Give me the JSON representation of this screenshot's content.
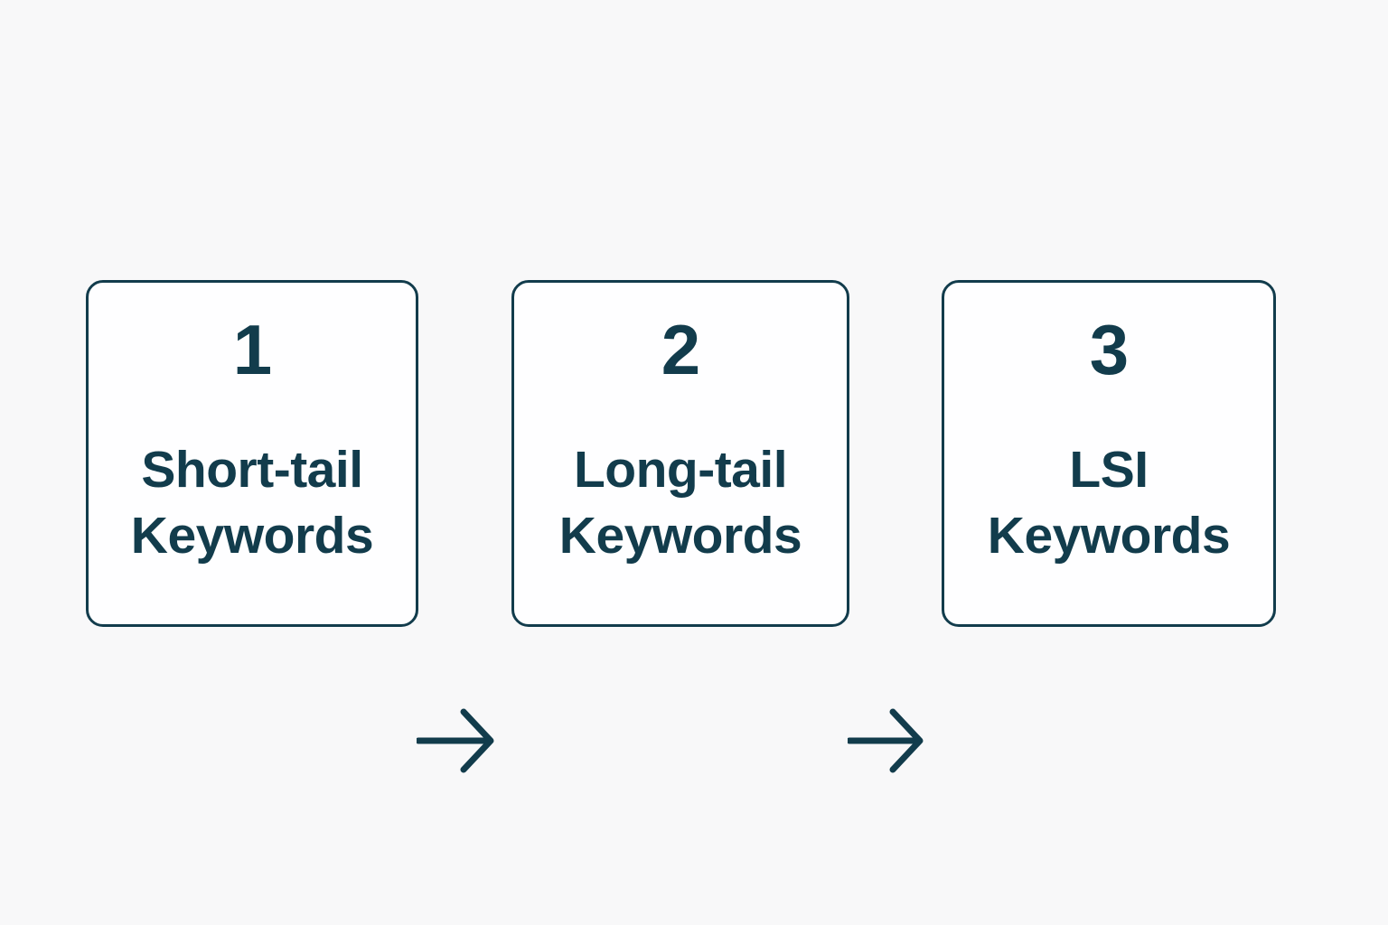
{
  "theme": {
    "page_background": "#f8f8f9",
    "box_fill": "#fefeff",
    "stroke_color": "#123c4c",
    "text_color": "#123c4c",
    "arrow_color": "#123c4c"
  },
  "diagram": {
    "type": "horizontal-process-flow",
    "steps": [
      {
        "number": "1",
        "label": "Short-tail\nKeywords"
      },
      {
        "number": "2",
        "label": "Long-tail\nKeywords"
      },
      {
        "number": "3",
        "label": "LSI\nKeywords"
      }
    ],
    "connectors": [
      {
        "from": "1",
        "to": "2",
        "glyph": "arrow-right"
      },
      {
        "from": "2",
        "to": "3",
        "glyph": "arrow-right"
      }
    ]
  }
}
